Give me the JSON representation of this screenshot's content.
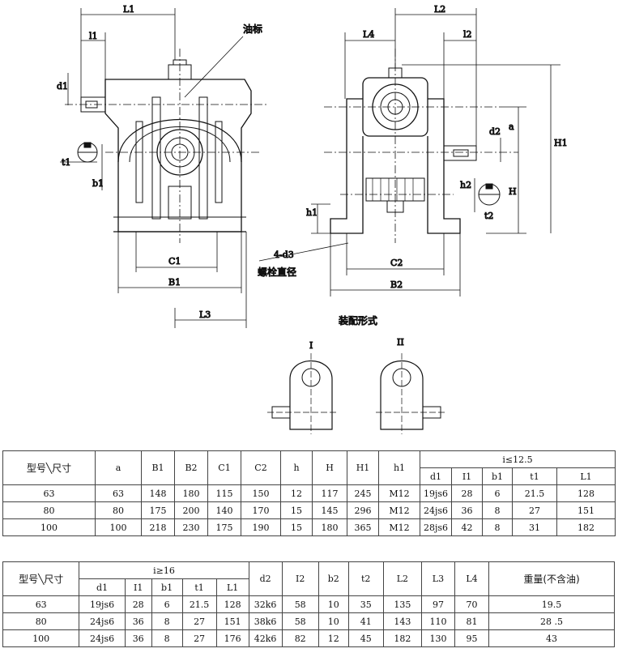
{
  "drawing": {
    "front_labels": {
      "L1": "L1",
      "l1": "l1",
      "d1": "d1",
      "t1": "t1",
      "b1": "b1",
      "C1": "C1",
      "B1": "B1",
      "L3": "L3",
      "oil": "油标"
    },
    "side_labels": {
      "L2": "L2",
      "L4": "L4",
      "l2": "l2",
      "d2": "d2",
      "a": "a",
      "H1": "H1",
      "H": "H",
      "h1": "h1",
      "h2": "h2",
      "t2": "t2",
      "C2": "C2",
      "B2": "B2",
      "bolt": "4-d3",
      "bolt_cn": "螺栓直径"
    },
    "assembly_title": "装配形式",
    "assembly_I": "I",
    "assembly_II": "II"
  },
  "table1": {
    "corner": "型号╲尺寸",
    "cols": [
      "a",
      "B1",
      "B2",
      "C1",
      "C2",
      "h",
      "H",
      "H1",
      "h1"
    ],
    "group": "i≤12.5",
    "subcols": [
      "d1",
      "I1",
      "b1",
      "t1",
      "L1"
    ],
    "rows": [
      [
        "63",
        "63",
        "148",
        "180",
        "115",
        "150",
        "12",
        "117",
        "245",
        "M12",
        "19js6",
        "28",
        "6",
        "21.5",
        "128"
      ],
      [
        "80",
        "80",
        "175",
        "200",
        "140",
        "170",
        "15",
        "145",
        "296",
        "M12",
        "24js6",
        "36",
        "8",
        "27",
        "151"
      ],
      [
        "100",
        "100",
        "218",
        "230",
        "175",
        "190",
        "15",
        "180",
        "365",
        "M12",
        "28js6",
        "42",
        "8",
        "31",
        "182"
      ]
    ]
  },
  "table2": {
    "corner": "型号╲尺寸",
    "group": "i≥16",
    "subcols": [
      "d1",
      "I1",
      "b1",
      "t1",
      "L1"
    ],
    "cols": [
      "d2",
      "I2",
      "b2",
      "t2",
      "L2",
      "L3",
      "L4",
      "重量(不含油)"
    ],
    "rows": [
      [
        "63",
        "19js6",
        "28",
        "6",
        "21.5",
        "128",
        "32k6",
        "58",
        "10",
        "35",
        "135",
        "97",
        "70",
        "19.5"
      ],
      [
        "80",
        "24js6",
        "36",
        "8",
        "27",
        "151",
        "38k6",
        "58",
        "10",
        "41",
        "143",
        "110",
        "81",
        "28 .5"
      ],
      [
        "100",
        "24js6",
        "36",
        "8",
        "27",
        "176",
        "42k6",
        "82",
        "12",
        "45",
        "182",
        "130",
        "95",
        "43"
      ]
    ]
  }
}
